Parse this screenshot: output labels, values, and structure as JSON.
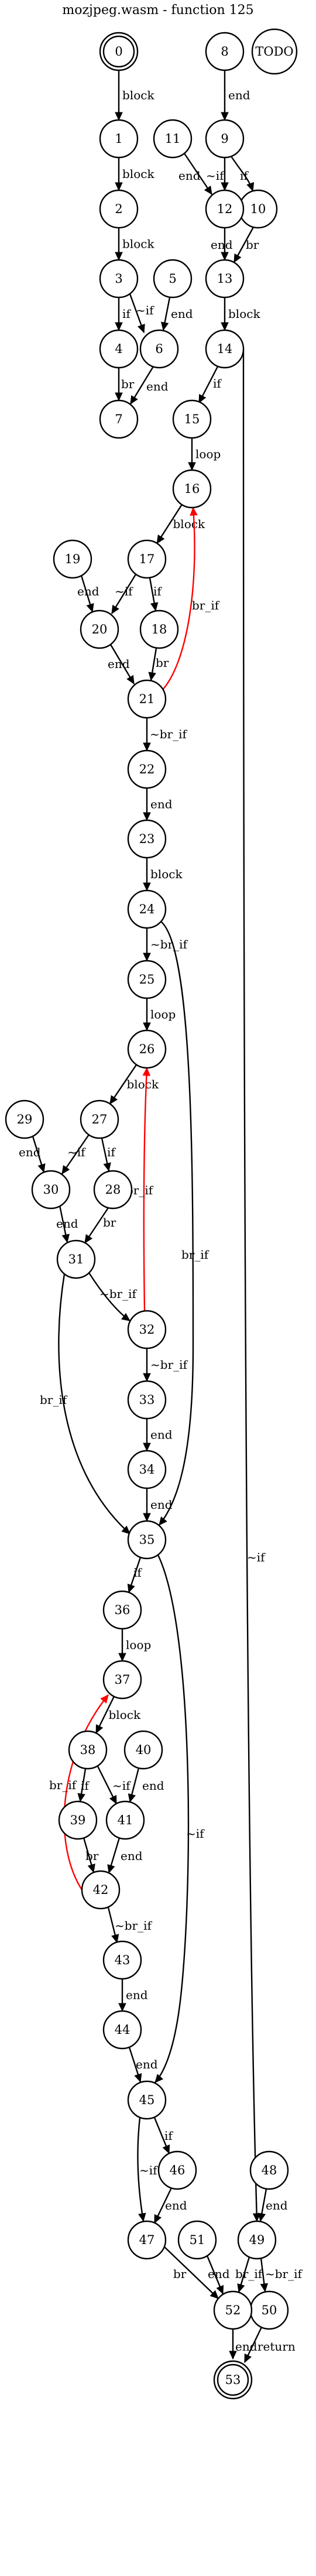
{
  "title": "mozjpeg.wasm - function 125",
  "nodes": [
    {
      "id": "0",
      "label": "0",
      "terminal": true
    },
    {
      "id": "1",
      "label": "1"
    },
    {
      "id": "2",
      "label": "2"
    },
    {
      "id": "3",
      "label": "3"
    },
    {
      "id": "4",
      "label": "4"
    },
    {
      "id": "5",
      "label": "5"
    },
    {
      "id": "6",
      "label": "6"
    },
    {
      "id": "7",
      "label": "7"
    },
    {
      "id": "8",
      "label": "8"
    },
    {
      "id": "9",
      "label": "9"
    },
    {
      "id": "10",
      "label": "10"
    },
    {
      "id": "11",
      "label": "11"
    },
    {
      "id": "12",
      "label": "12"
    },
    {
      "id": "13",
      "label": "13"
    },
    {
      "id": "14",
      "label": "14"
    },
    {
      "id": "15",
      "label": "15"
    },
    {
      "id": "16",
      "label": "16"
    },
    {
      "id": "17",
      "label": "17"
    },
    {
      "id": "18",
      "label": "18"
    },
    {
      "id": "19",
      "label": "19"
    },
    {
      "id": "20",
      "label": "20"
    },
    {
      "id": "21",
      "label": "21"
    },
    {
      "id": "22",
      "label": "22"
    },
    {
      "id": "23",
      "label": "23"
    },
    {
      "id": "24",
      "label": "24"
    },
    {
      "id": "25",
      "label": "25"
    },
    {
      "id": "26",
      "label": "26"
    },
    {
      "id": "27",
      "label": "27"
    },
    {
      "id": "28",
      "label": "28"
    },
    {
      "id": "29",
      "label": "29"
    },
    {
      "id": "30",
      "label": "30"
    },
    {
      "id": "31",
      "label": "31"
    },
    {
      "id": "32",
      "label": "32"
    },
    {
      "id": "33",
      "label": "33"
    },
    {
      "id": "34",
      "label": "34"
    },
    {
      "id": "35",
      "label": "35"
    },
    {
      "id": "36",
      "label": "36"
    },
    {
      "id": "37",
      "label": "37"
    },
    {
      "id": "38",
      "label": "38"
    },
    {
      "id": "39",
      "label": "39"
    },
    {
      "id": "40",
      "label": "40"
    },
    {
      "id": "41",
      "label": "41"
    },
    {
      "id": "42",
      "label": "42"
    },
    {
      "id": "43",
      "label": "43"
    },
    {
      "id": "44",
      "label": "44"
    },
    {
      "id": "45",
      "label": "45"
    },
    {
      "id": "46",
      "label": "46"
    },
    {
      "id": "47",
      "label": "47"
    },
    {
      "id": "48",
      "label": "48"
    },
    {
      "id": "49",
      "label": "49"
    },
    {
      "id": "50",
      "label": "50"
    },
    {
      "id": "51",
      "label": "51"
    },
    {
      "id": "52",
      "label": "52"
    },
    {
      "id": "53",
      "label": "53",
      "terminal": true
    },
    {
      "id": "TODO",
      "label": "TODO"
    }
  ],
  "edges": [
    {
      "from": "0",
      "to": "1",
      "label": "block"
    },
    {
      "from": "1",
      "to": "2",
      "label": "block"
    },
    {
      "from": "2",
      "to": "3",
      "label": "block"
    },
    {
      "from": "3",
      "to": "4",
      "label": "if"
    },
    {
      "from": "3",
      "to": "6",
      "label": "~if"
    },
    {
      "from": "5",
      "to": "6",
      "label": "end"
    },
    {
      "from": "4",
      "to": "7",
      "label": "br"
    },
    {
      "from": "6",
      "to": "7",
      "label": "end"
    },
    {
      "from": "8",
      "to": "9",
      "label": "end"
    },
    {
      "from": "9",
      "to": "12",
      "label": "~if"
    },
    {
      "from": "9",
      "to": "10",
      "label": "if"
    },
    {
      "from": "11",
      "to": "12",
      "label": "end"
    },
    {
      "from": "12",
      "to": "13",
      "label": "end"
    },
    {
      "from": "10",
      "to": "13",
      "label": "br"
    },
    {
      "from": "13",
      "to": "14",
      "label": "block"
    },
    {
      "from": "14",
      "to": "15",
      "label": "if"
    },
    {
      "from": "14",
      "to": "49",
      "label": "~if"
    },
    {
      "from": "15",
      "to": "16",
      "label": "loop"
    },
    {
      "from": "16",
      "to": "17",
      "label": "block"
    },
    {
      "from": "17",
      "to": "20",
      "label": "~if"
    },
    {
      "from": "17",
      "to": "18",
      "label": "if"
    },
    {
      "from": "19",
      "to": "20",
      "label": "end"
    },
    {
      "from": "18",
      "to": "21",
      "label": "br"
    },
    {
      "from": "20",
      "to": "21",
      "label": "end"
    },
    {
      "from": "21",
      "to": "16",
      "label": "br_if",
      "back": true
    },
    {
      "from": "21",
      "to": "22",
      "label": "~br_if"
    },
    {
      "from": "22",
      "to": "23",
      "label": "end"
    },
    {
      "from": "23",
      "to": "24",
      "label": "block"
    },
    {
      "from": "24",
      "to": "25",
      "label": "~br_if"
    },
    {
      "from": "24",
      "to": "35",
      "label": "br_if"
    },
    {
      "from": "25",
      "to": "26",
      "label": "loop"
    },
    {
      "from": "26",
      "to": "27",
      "label": "block"
    },
    {
      "from": "27",
      "to": "30",
      "label": "~if"
    },
    {
      "from": "27",
      "to": "28",
      "label": "if"
    },
    {
      "from": "29",
      "to": "30",
      "label": "end"
    },
    {
      "from": "28",
      "to": "31",
      "label": "br"
    },
    {
      "from": "30",
      "to": "31",
      "label": "end"
    },
    {
      "from": "31",
      "to": "32",
      "label": "~br_if"
    },
    {
      "from": "31",
      "to": "35",
      "label": "br_if"
    },
    {
      "from": "32",
      "to": "26",
      "label": "br_if",
      "back": true
    },
    {
      "from": "32",
      "to": "33",
      "label": "~br_if"
    },
    {
      "from": "33",
      "to": "34",
      "label": "end"
    },
    {
      "from": "34",
      "to": "35",
      "label": "end"
    },
    {
      "from": "35",
      "to": "36",
      "label": "if"
    },
    {
      "from": "35",
      "to": "45",
      "label": "~if"
    },
    {
      "from": "36",
      "to": "37",
      "label": "loop"
    },
    {
      "from": "37",
      "to": "38",
      "label": "block"
    },
    {
      "from": "38",
      "to": "39",
      "label": "if"
    },
    {
      "from": "38",
      "to": "41",
      "label": "~if"
    },
    {
      "from": "40",
      "to": "41",
      "label": "end"
    },
    {
      "from": "39",
      "to": "42",
      "label": "br"
    },
    {
      "from": "41",
      "to": "42",
      "label": "end"
    },
    {
      "from": "42",
      "to": "37",
      "label": "br_if",
      "back": true
    },
    {
      "from": "42",
      "to": "43",
      "label": "~br_if"
    },
    {
      "from": "43",
      "to": "44",
      "label": "end"
    },
    {
      "from": "44",
      "to": "45",
      "label": "end"
    },
    {
      "from": "45",
      "to": "46",
      "label": "if"
    },
    {
      "from": "45",
      "to": "47",
      "label": "~if"
    },
    {
      "from": "46",
      "to": "47",
      "label": "end"
    },
    {
      "from": "48",
      "to": "49",
      "label": "end"
    },
    {
      "from": "49",
      "to": "52",
      "label": "br_if"
    },
    {
      "from": "49",
      "to": "50",
      "label": "~br_if"
    },
    {
      "from": "47",
      "to": "52",
      "label": "br"
    },
    {
      "from": "51",
      "to": "52",
      "label": "end"
    },
    {
      "from": "52",
      "to": "53",
      "label": "end"
    },
    {
      "from": "50",
      "to": "53",
      "label": "return"
    }
  ]
}
